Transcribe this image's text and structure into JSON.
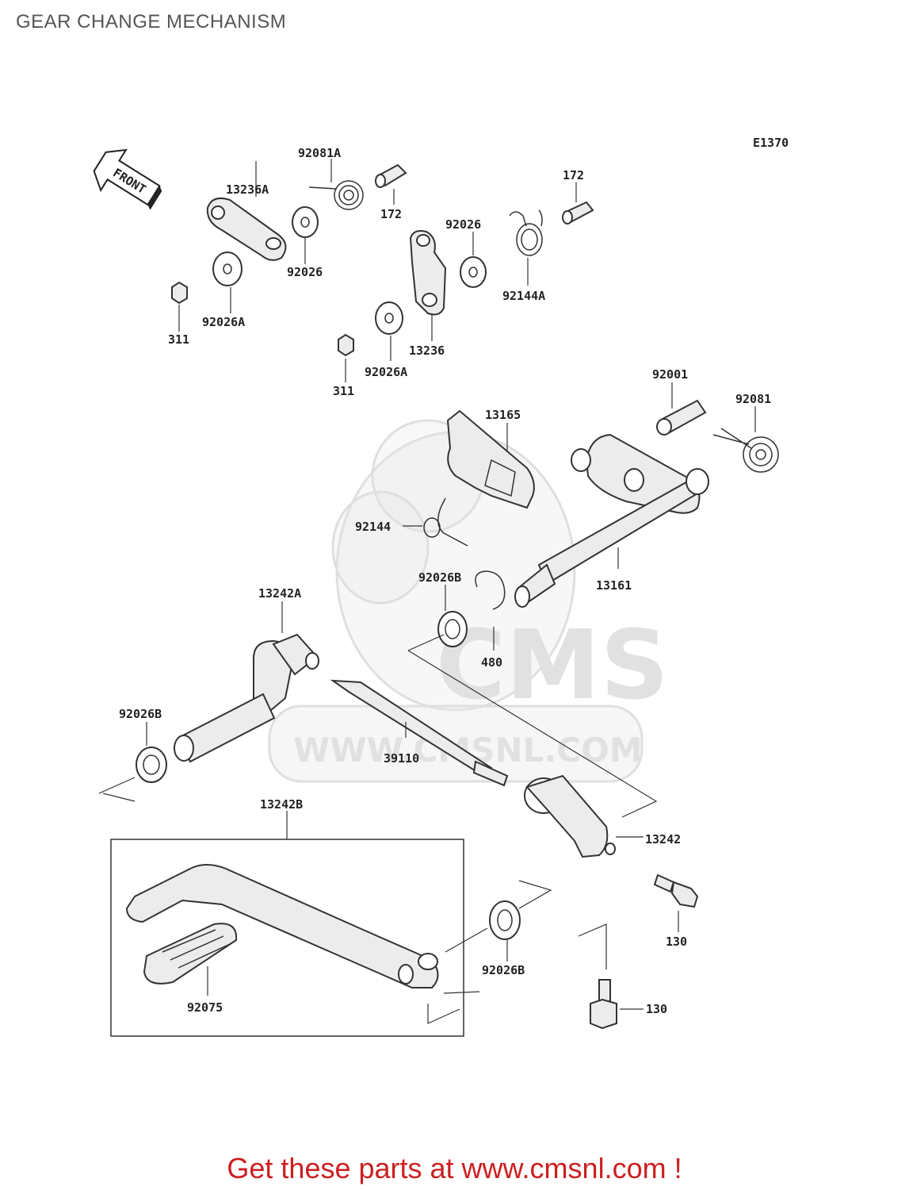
{
  "page_title": "GEAR CHANGE MECHANISM",
  "diagram_code": "E1370",
  "front_arrow_text": "FRONT",
  "watermark": {
    "logo_text": "CMS",
    "url_text": "WWW.CMSNL.COM"
  },
  "part_labels": {
    "p92081A": "92081A",
    "p13236A": "13236A",
    "p172a": "172",
    "p172b": "172",
    "p92026a": "92026",
    "p92026b": "92026",
    "p92026A_a": "92026A",
    "p92026A_b": "92026A",
    "p311a": "311",
    "p311b": "311",
    "p13236": "13236",
    "p92144A": "92144A",
    "p92001": "92001",
    "p92081": "92081",
    "p13165": "13165",
    "p92144": "92144",
    "p92026B_a": "92026B",
    "p13161": "13161",
    "p480": "480",
    "p13242A": "13242A",
    "p92026B_b": "92026B",
    "p39110": "39110",
    "p13242B": "13242B",
    "p13242": "13242",
    "p130a": "130",
    "p130b": "130",
    "p92026B_c": "92026B",
    "p92075": "92075"
  },
  "footer_text": "Get these parts at www.cmsnl.com !"
}
